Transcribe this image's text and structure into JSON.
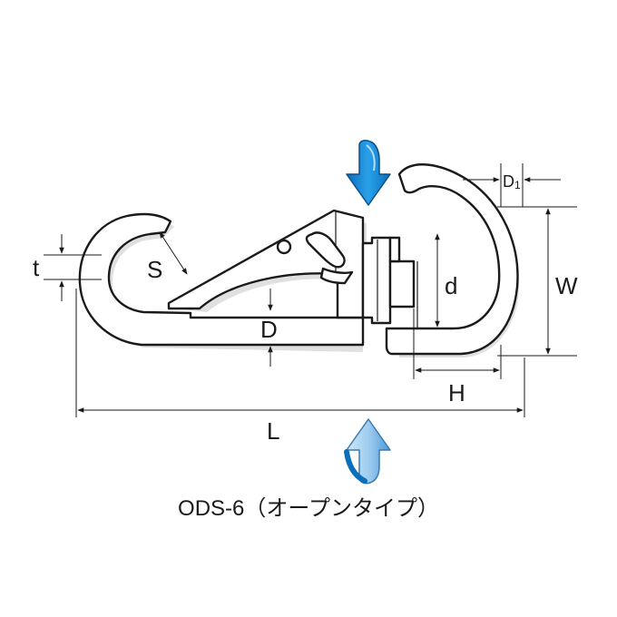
{
  "caption": "ODS-6（オープンタイプ）",
  "dimensions": {
    "t": "t",
    "S": "S",
    "D": "D",
    "d": "d",
    "W": "W",
    "H": "H",
    "L": "L",
    "D1_main": "D",
    "D1_sub": "1"
  },
  "colors": {
    "arrow_top": "#1e8fd8",
    "arrow_bottom": "#6fb4e6",
    "arrow_edge": "#0b4f86",
    "line": "#1a1a1a"
  },
  "icons": {
    "top_arrow": "rotate-down-arrow-icon",
    "bottom_arrow": "rotate-up-arrow-icon"
  }
}
